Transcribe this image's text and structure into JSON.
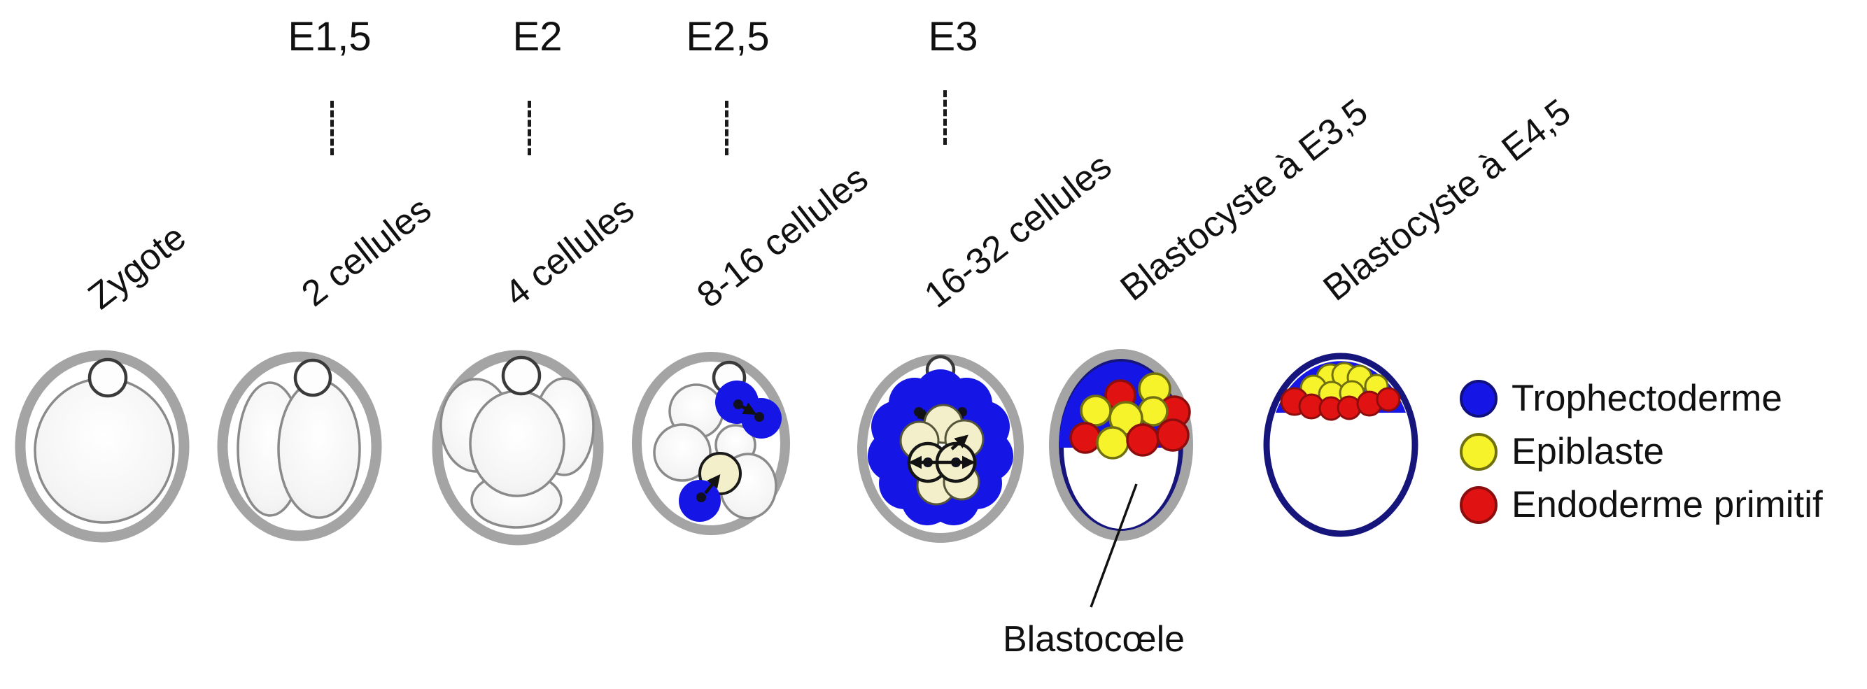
{
  "timepoints": [
    {
      "label": "E1,5"
    },
    {
      "label": "E2"
    },
    {
      "label": "E2,5"
    },
    {
      "label": "E3"
    }
  ],
  "stages": [
    {
      "label": "Zygote"
    },
    {
      "label": "2 cellules"
    },
    {
      "label": "4 cellules"
    },
    {
      "label": "8-16 cellules"
    },
    {
      "label": "16-32 cellules"
    },
    {
      "label": "Blastocyste à E3,5"
    },
    {
      "label": "Blastocyste à E4,5"
    }
  ],
  "legend": {
    "items": [
      {
        "label": "Trophectoderme",
        "color": "#1515e6",
        "stroke": "#10107e"
      },
      {
        "label": "Epiblaste",
        "color": "#f7f32b",
        "stroke": "#70700f"
      },
      {
        "label": "Endoderme primitif",
        "color": "#e01212",
        "stroke": "#8c0d0d"
      }
    ]
  },
  "annotation": {
    "label": "Blastocœle"
  },
  "colors": {
    "trophectoderm_blue": "#1515e6",
    "epiblast_yellow": "#f7f32b",
    "endoderm_red": "#e01212",
    "zona_pellucida_gray": "#a4a4a4",
    "navy_outline": "#15157c",
    "inner_cell_cream": "#f3efca"
  }
}
